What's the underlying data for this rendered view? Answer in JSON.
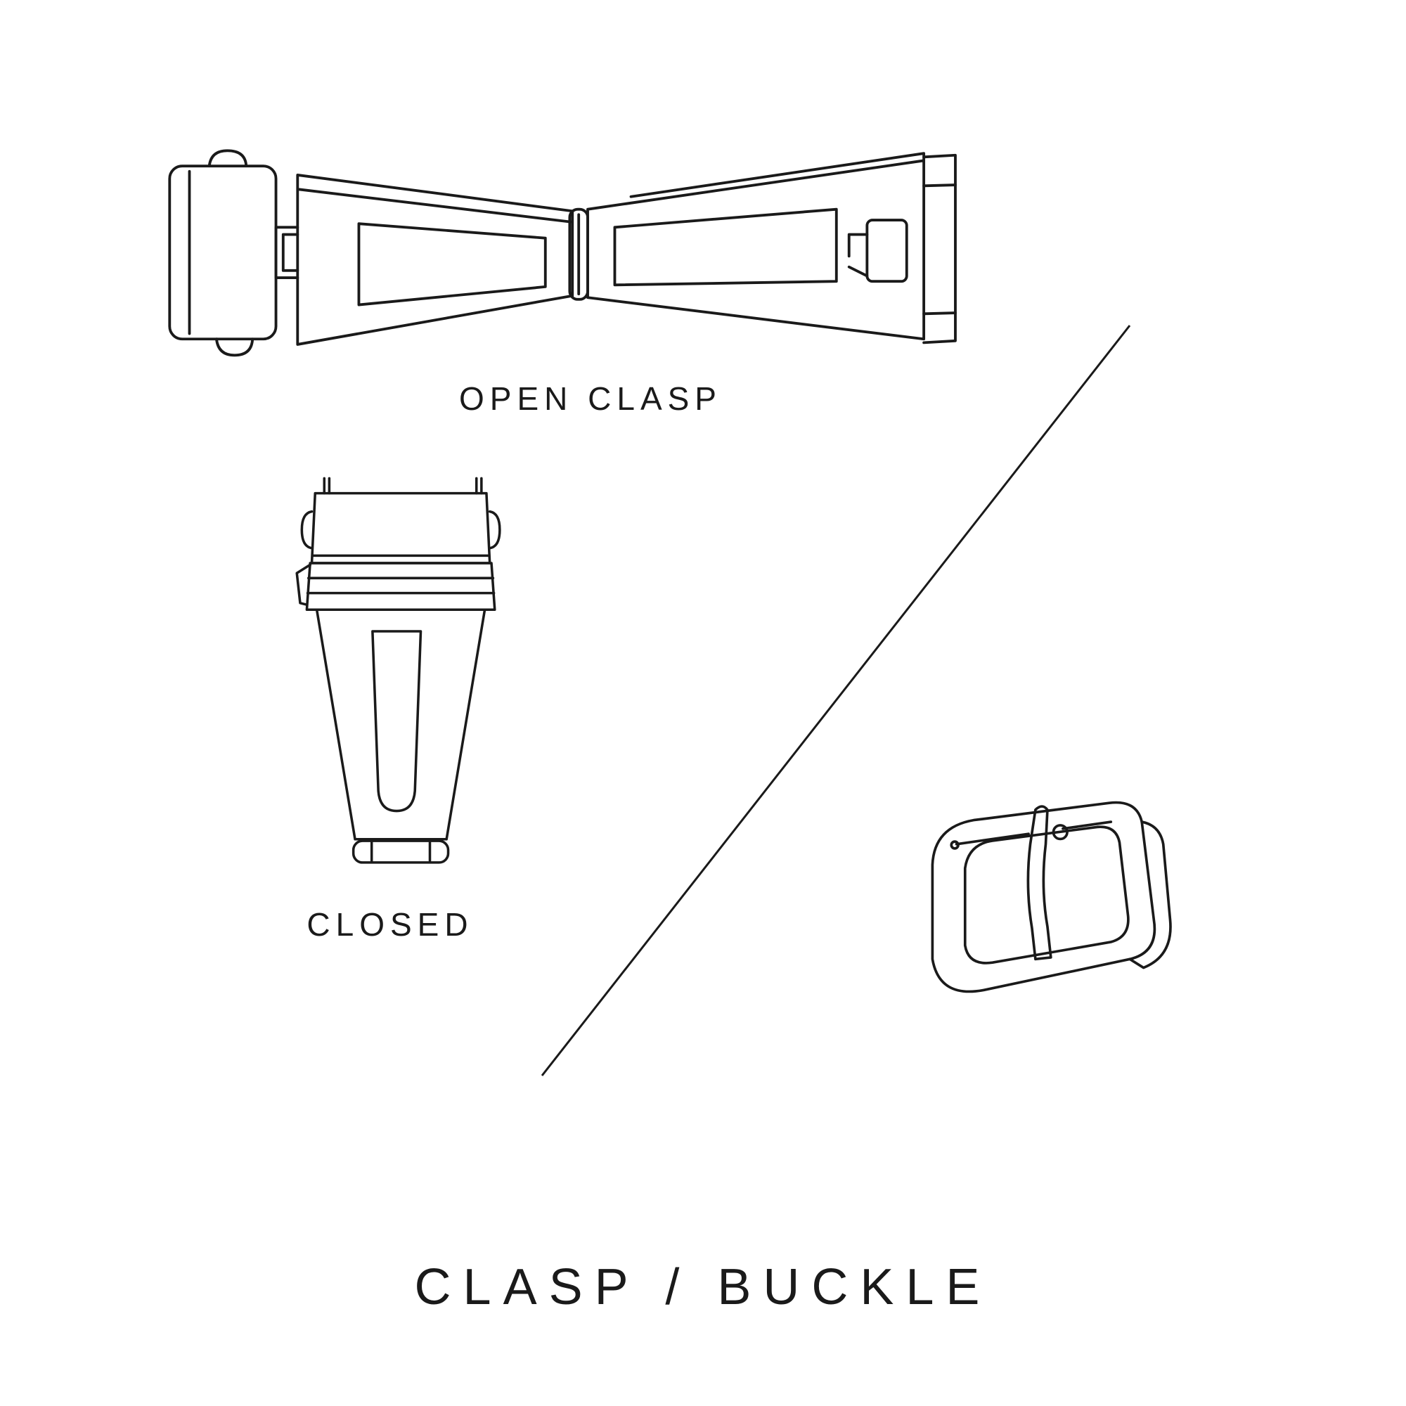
{
  "meta": {
    "background_color": "#ffffff",
    "line_color": "#1a1a1a",
    "text_color": "#1a1a1a"
  },
  "title": "CLASP / BUCKLE",
  "figures": {
    "open_clasp": {
      "label": "OPEN CLASP",
      "illustration": "open-clasp-line-drawing"
    },
    "closed_clasp": {
      "label": "CLOSED",
      "illustration": "closed-clasp-line-drawing"
    },
    "buckle": {
      "illustration": "tang-buckle-line-drawing"
    }
  },
  "divider": {
    "type": "diagonal-line"
  }
}
